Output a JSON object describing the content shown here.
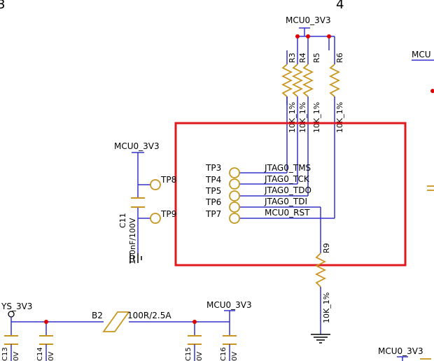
{
  "colors": {
    "wire": "#3333cc",
    "component": "#c8961e",
    "junction": "#dd0000",
    "highlight": "#e0191e",
    "text": "#000000"
  },
  "header": {
    "left_fragment": "3",
    "right_fragment": "4"
  },
  "nets": {
    "top_power": "MCU0_3V3",
    "right_edge": "MCU",
    "left_power": "MCU0_3V3",
    "sys_power": "YS_3V3",
    "bottom_power": "MCU0_3V3",
    "bottom_right_power": "MCU0_3V3"
  },
  "resistors": {
    "r3": {
      "ref": "R3",
      "value": "10K_1%"
    },
    "r4": {
      "ref": "R4",
      "value": "10K_1%"
    },
    "r5": {
      "ref": "R5",
      "value": "10K_1%"
    },
    "r6": {
      "ref": "R6",
      "value": "10K_1%"
    },
    "r9": {
      "ref": "R9",
      "value": "10K_1%"
    }
  },
  "test_points": [
    {
      "ref": "TP3",
      "net": "JTAG0_TMS"
    },
    {
      "ref": "TP4",
      "net": "JTAG0_TCK"
    },
    {
      "ref": "TP5",
      "net": "JTAG0_TDO"
    },
    {
      "ref": "TP6",
      "net": "JTAG0_TDI"
    },
    {
      "ref": "TP7",
      "net": "MCU0_RST"
    }
  ],
  "left_group": {
    "tp8": "TP8",
    "tp9": "TP9",
    "cap_ref": "C11",
    "cap_value": "100nF/100V"
  },
  "bead": {
    "ref": "B2",
    "value": "100R/2.5A"
  },
  "bottom_caps": {
    "c13": "C13",
    "c14": "C14",
    "c15": "C15",
    "c16": "C16",
    "value_fragment": "0V"
  }
}
